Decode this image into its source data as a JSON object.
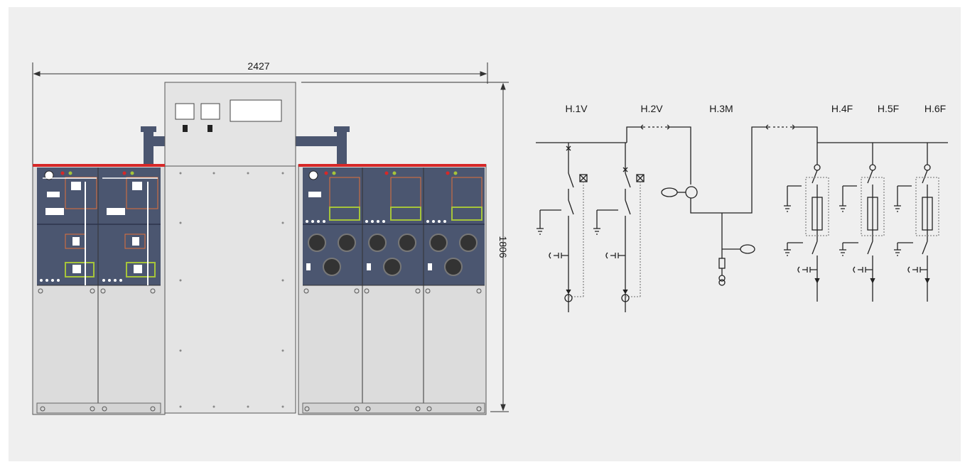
{
  "drawing": {
    "width_dimension": "2427",
    "height_dimension": "1806"
  },
  "single_line_diagram": {
    "feeders": [
      "H.1V",
      "H.2V",
      "H.3M",
      "H.4F",
      "H.5F",
      "H.6F"
    ]
  },
  "colors": {
    "background": "#efefef",
    "panel_blue": "#4b5670",
    "cabinet_grey": "#dcdcdc",
    "cover_grey": "#e4e4e4",
    "busbar_red": "#d62828",
    "mimic_orange": "#e0703a",
    "indicator_green": "#a6c43a",
    "line": "#222222",
    "dotted_line": "#888888"
  }
}
